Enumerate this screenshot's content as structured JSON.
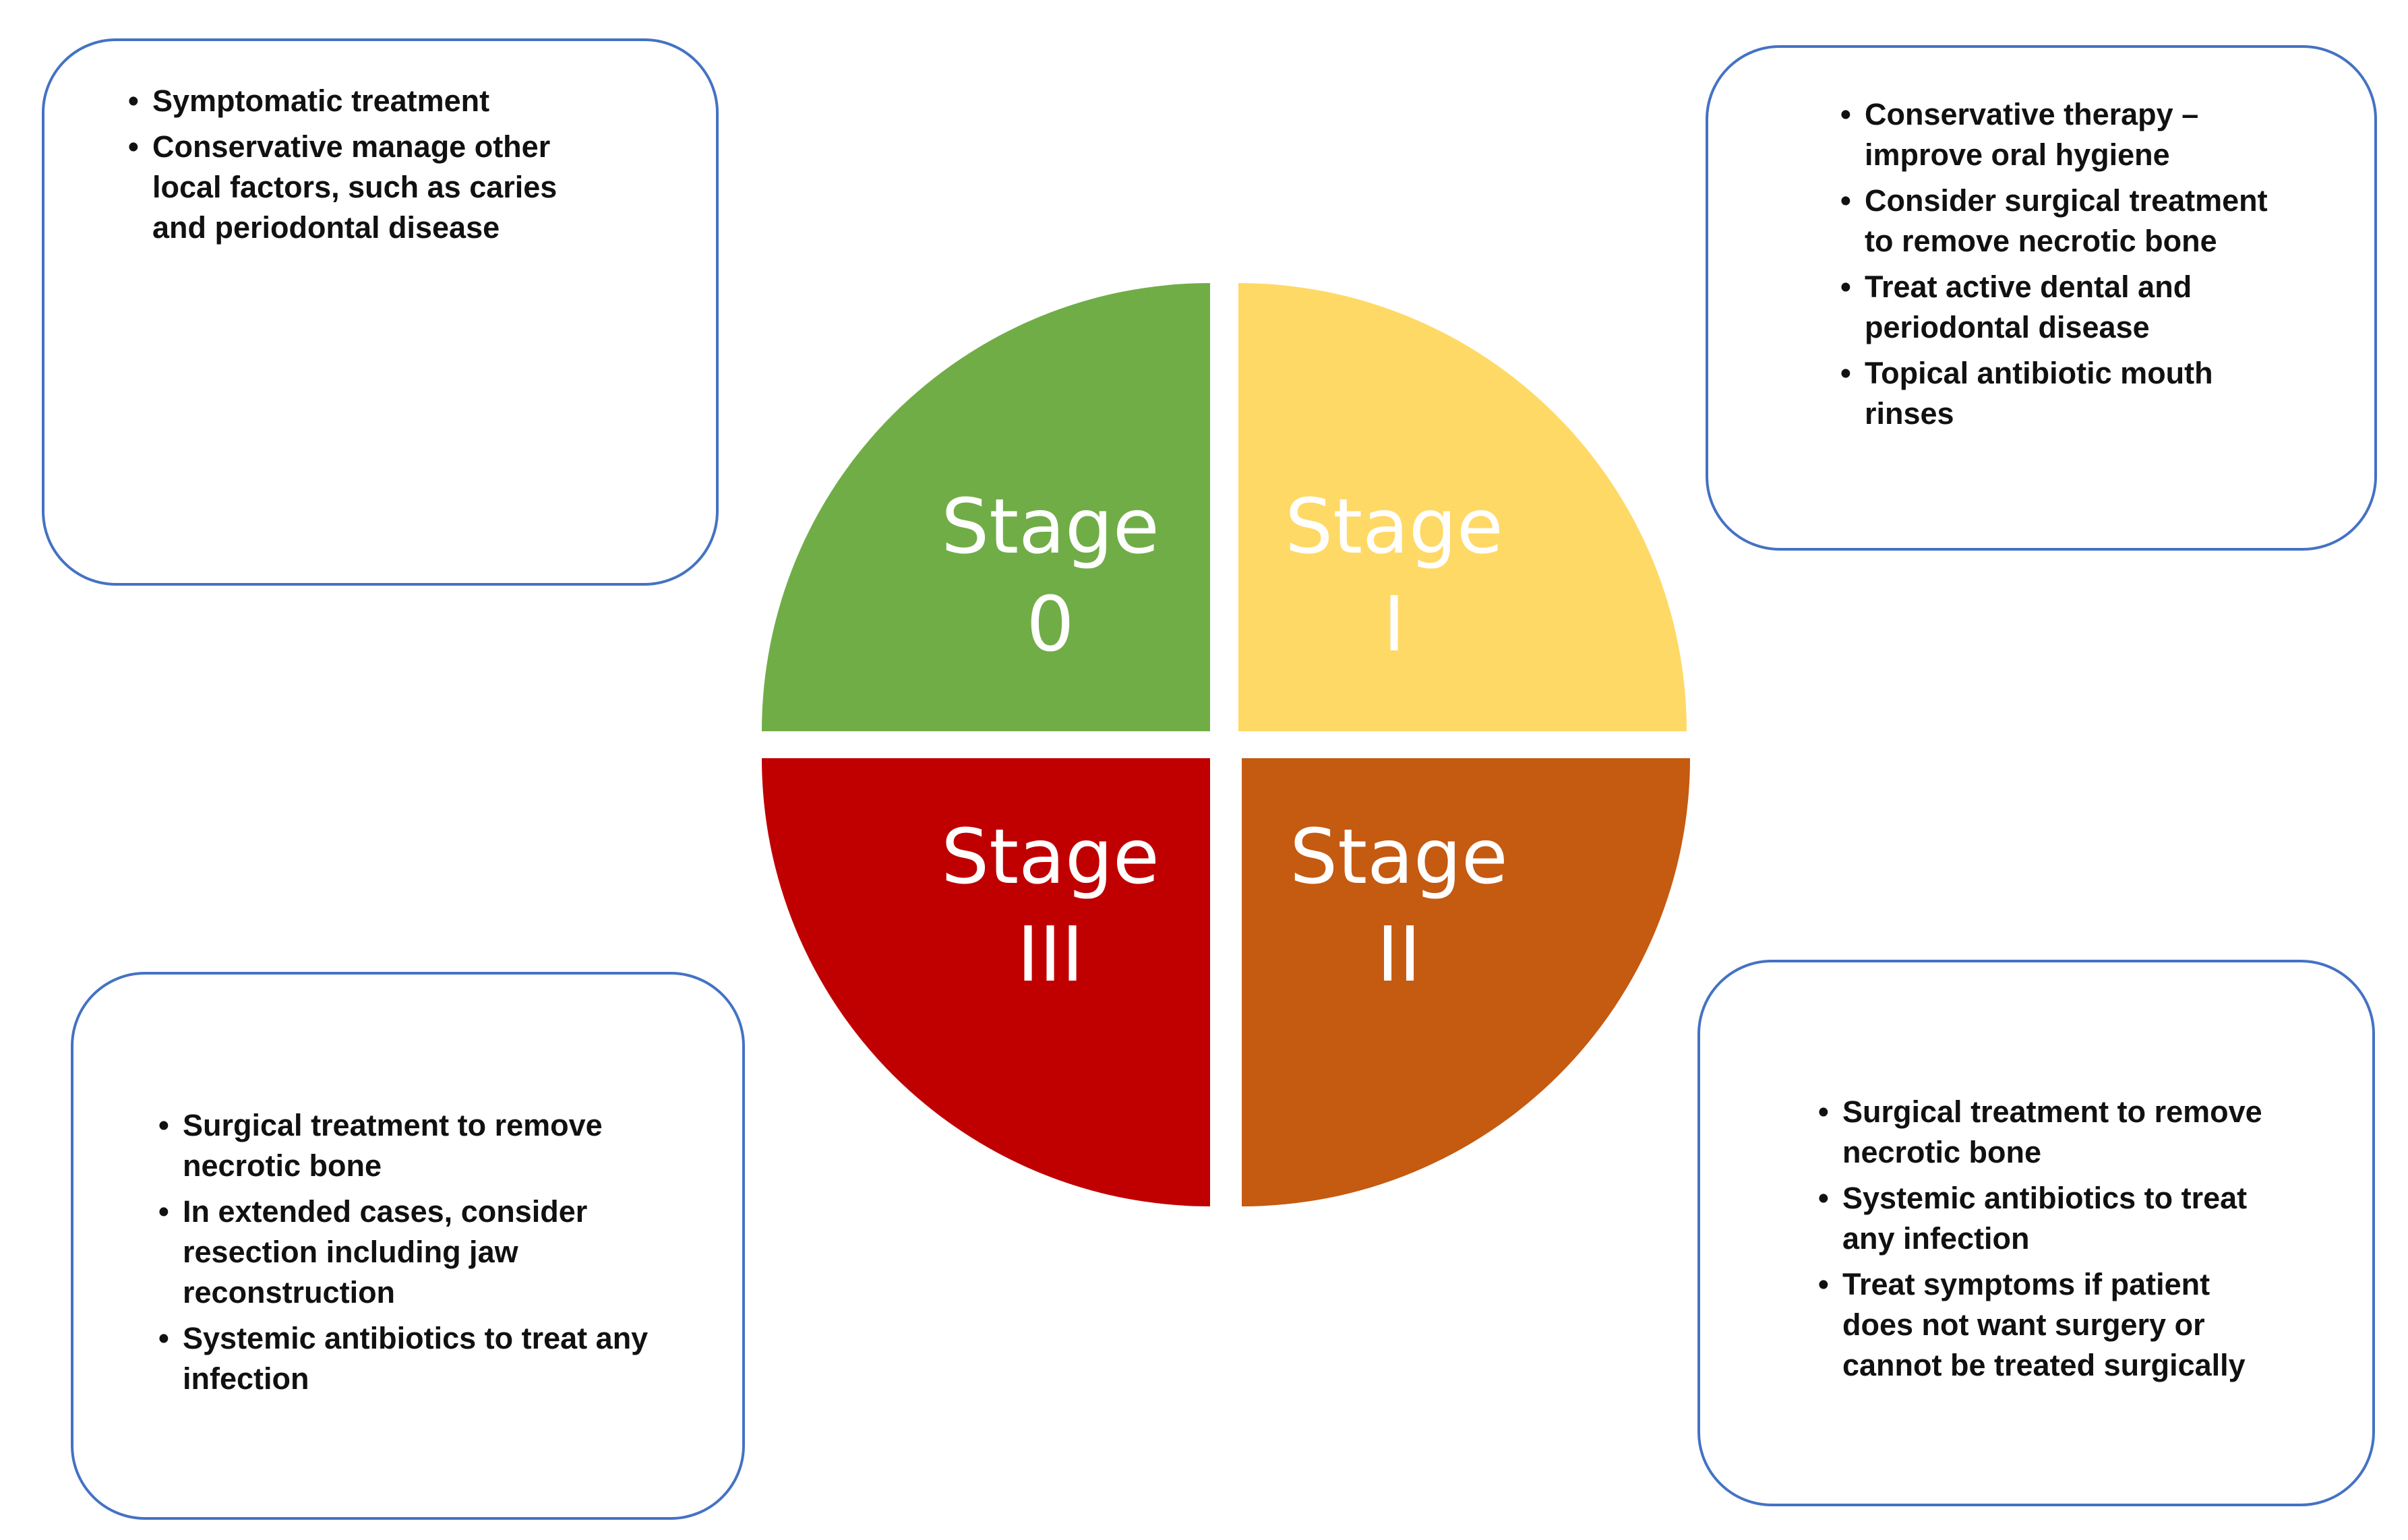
{
  "stages": [
    {
      "id": "stage-0",
      "line1": "Stage",
      "line2": "0",
      "color": "#70AD47"
    },
    {
      "id": "stage-1",
      "line1": "Stage",
      "line2": "I",
      "color": "#FFD966"
    },
    {
      "id": "stage-2",
      "line1": "Stage",
      "line2": "II",
      "color": "#C55A11"
    },
    {
      "id": "stage-3",
      "line1": "Stage",
      "line2": "III",
      "color": "#C00000"
    }
  ],
  "treatments": {
    "stage0": [
      "Symptomatic treatment",
      "Conservative manage other local factors, such as caries and periodontal disease"
    ],
    "stage1": [
      "Conservative therapy – improve oral hygiene",
      "Consider surgical treatment to remove necrotic bone",
      "Treat active dental and periodontal disease",
      "Topical antibiotic mouth rinses"
    ],
    "stage2": [
      "Surgical treatment to remove necrotic bone",
      "Systemic antibiotics to treat any infection",
      "Treat symptoms if patient does not want surgery or cannot be treated surgically"
    ],
    "stage3": [
      "Surgical treatment to remove necrotic bone",
      "In extended cases, consider resection including jaw reconstruction",
      "Systemic antibiotics to treat any infection"
    ]
  },
  "colors": {
    "box_border": "#4472C4",
    "bullet_text": "#111111",
    "stage_label": "#FFFFFF"
  }
}
